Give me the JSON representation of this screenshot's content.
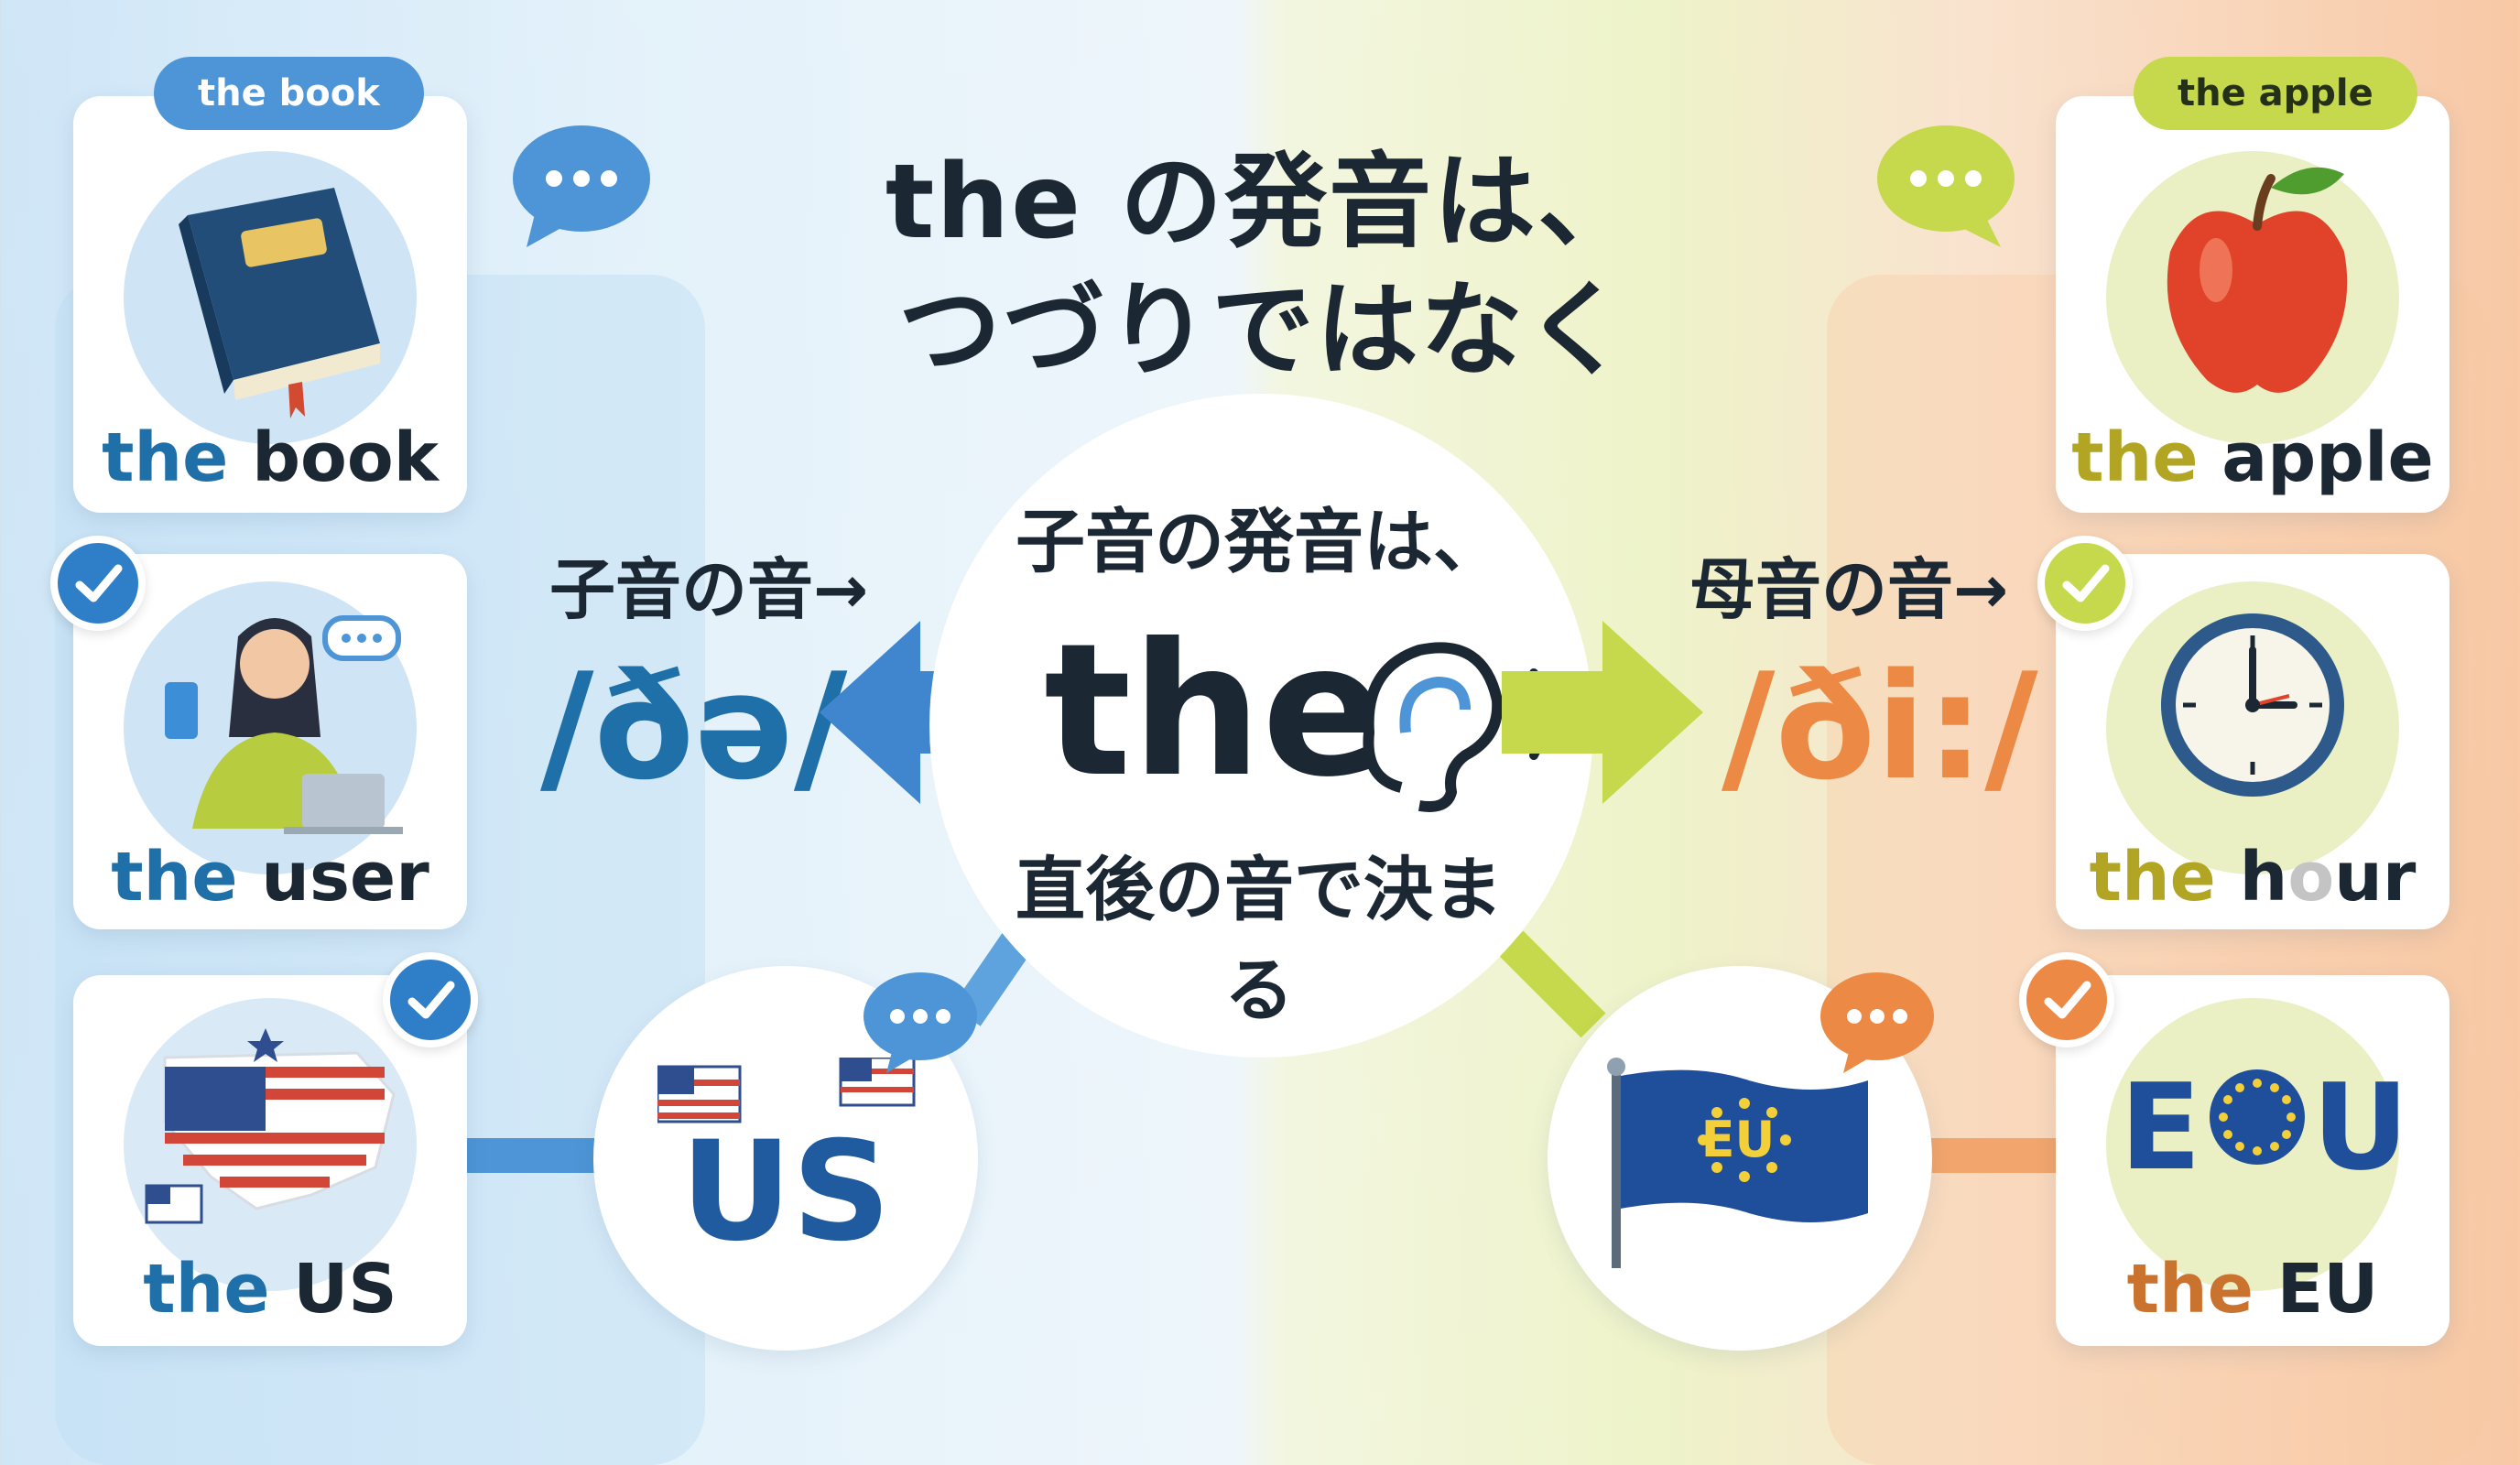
{
  "title": {
    "line1": "the の発音は、",
    "line2": "つづりではなく"
  },
  "center": {
    "top": "子音の発音は、",
    "word": "the",
    "bottom": "直後の音で決まる"
  },
  "left": {
    "label": "子音の音→",
    "phonetic": "/ðə/",
    "pill": "the book",
    "cards": [
      {
        "the": "the",
        "word": " book"
      },
      {
        "the": "the",
        "word": " user"
      },
      {
        "the": "the",
        "word": " US"
      }
    ],
    "circle_text": "US"
  },
  "right": {
    "label": "母音の音→",
    "phonetic": "/ði:/",
    "pill": "the apple",
    "cards": [
      {
        "the": "the",
        "word": " apple"
      },
      {
        "the": "the",
        "pre": " h",
        "faded": "o",
        "word": "ur"
      },
      {
        "the": "the",
        "word": " EU"
      }
    ],
    "flag_text": "EU",
    "eou": {
      "e": "E",
      "u": "U"
    }
  },
  "colors": {
    "blue": "#3f86cf",
    "dark_blue": "#1f6fa8",
    "lime": "#c6d84c",
    "orange": "#ec8a45",
    "text": "#1b2732"
  }
}
